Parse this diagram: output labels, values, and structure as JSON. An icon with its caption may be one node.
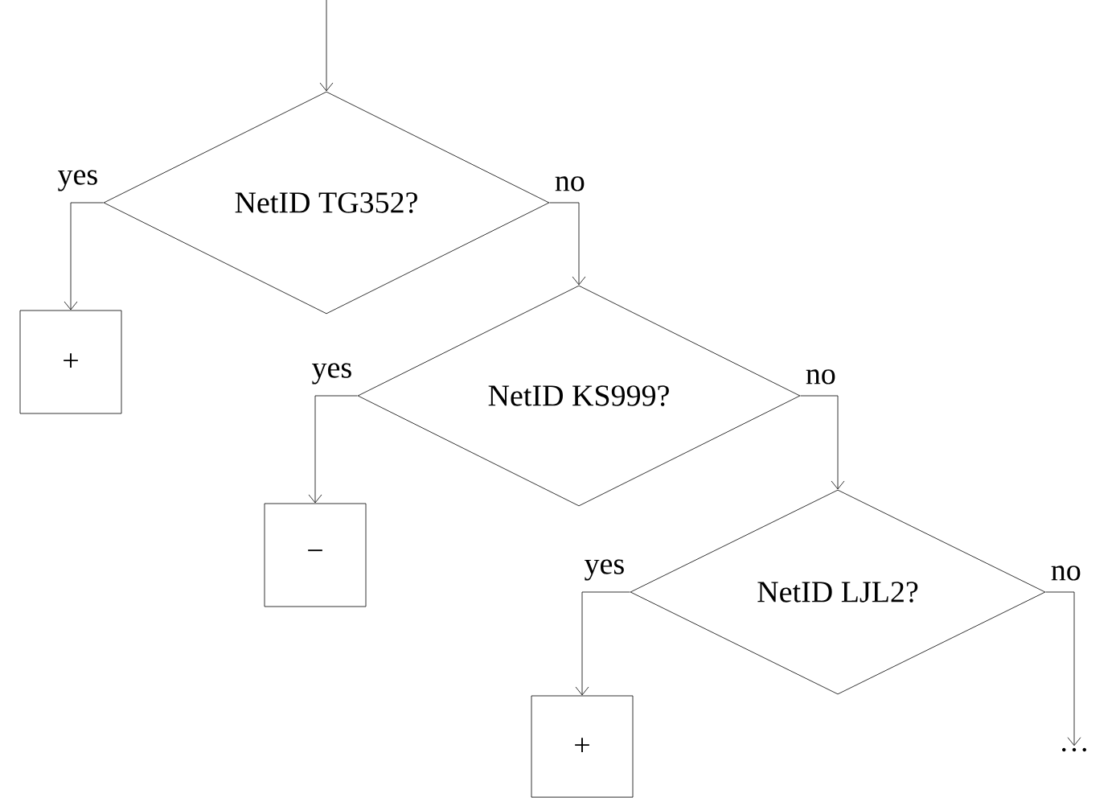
{
  "diagram": {
    "nodes": [
      {
        "text": [
          "NetID TG352?"
        ]
      },
      {
        "text": [
          "+"
        ]
      },
      {
        "text": [
          "NetID KS999?"
        ]
      },
      {
        "text": [
          "−"
        ]
      },
      {
        "text": [
          "NetID LJL2?"
        ]
      },
      {
        "text": [
          "+"
        ]
      },
      {
        "text": [
          "…"
        ]
      }
    ],
    "edges": [
      {
        "from": null,
        "to": 0,
        "arrow": "to"
      },
      {
        "from": 0,
        "to": 1,
        "arrow": "to",
        "label": "yes"
      },
      {
        "from": 0,
        "to": 2,
        "arrow": "to",
        "label": "no"
      },
      {
        "from": 2,
        "to": 3,
        "arrow": "to",
        "label": "yes"
      },
      {
        "from": 2,
        "to": 4,
        "arrow": "to",
        "label": "no"
      },
      {
        "from": 4,
        "to": 5,
        "arrow": "to",
        "label": "yes"
      },
      {
        "from": 4,
        "to": 6,
        "arrow": "to",
        "label": "no"
      }
    ]
  }
}
